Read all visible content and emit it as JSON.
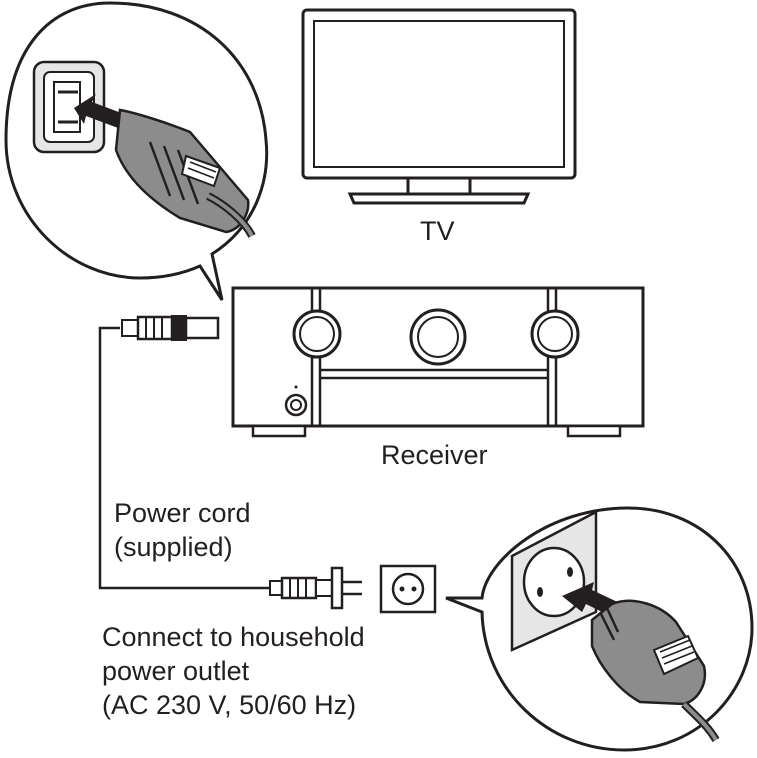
{
  "labels": {
    "tv": "TV",
    "receiver": "Receiver",
    "power_cord": [
      "Power cord",
      "(supplied)"
    ],
    "outlet": [
      "Connect to household",
      "power outlet",
      "(AC 230 V, 50/60 Hz)"
    ]
  },
  "colors": {
    "line": "#231f20",
    "plug_fill": "#8c8c8c",
    "wall_fill": "#e6e6e6"
  }
}
